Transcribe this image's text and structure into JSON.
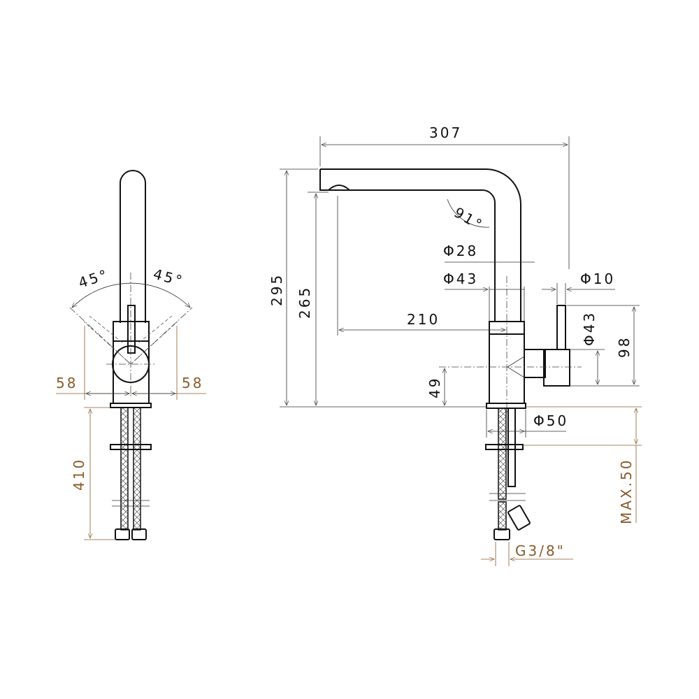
{
  "colors": {
    "line": "#111111",
    "dimension_accent": "#8a5a2b"
  },
  "front_view": {
    "angle_left": "45°",
    "angle_right": "45°",
    "width_left": "58",
    "width_right": "58",
    "hose_length": "410"
  },
  "side_view": {
    "reach_total": "307",
    "height_total": "295",
    "spout_height": "265",
    "spout_reach": "210",
    "spout_angle": "91°",
    "spout_diameter": "Φ28",
    "body_diameter": "Φ43",
    "lever_diameter": "Φ10",
    "handle_diameter": "Φ43",
    "handle_height": "98",
    "handle_center_height": "49",
    "base_diameter": "Φ50",
    "max_deck_thickness": "MAX.50",
    "thread": "G3/8\""
  }
}
